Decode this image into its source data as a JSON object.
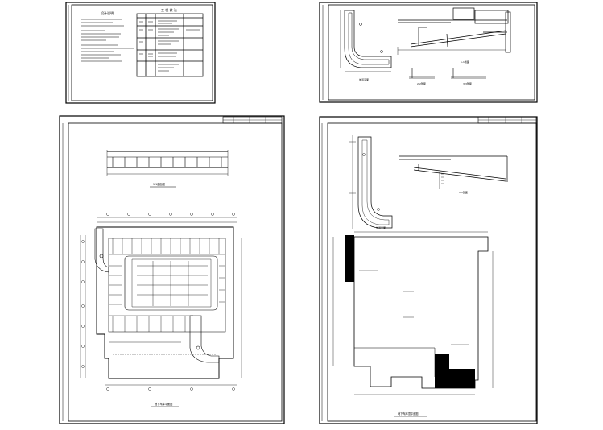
{
  "sheets": {
    "notes": {
      "notes_title": "设计说明",
      "table_title": "工 程 做 法"
    },
    "ramp_details": {
      "plan_label": "坡道平面",
      "section_label": "1-1剖面",
      "detail_a": "2-2剖面",
      "detail_b": "3-3剖面"
    },
    "basement_plan": {
      "section_title": "1-1剖面图",
      "plan_title": "地下车库平面图"
    },
    "roof_plan": {
      "ramp_plan_label": "坡道平面",
      "section_label": "1-1剖面",
      "plan_title": "地下车库顶平面图"
    }
  },
  "colors": {
    "line": "#000000",
    "background": "#ffffff"
  }
}
